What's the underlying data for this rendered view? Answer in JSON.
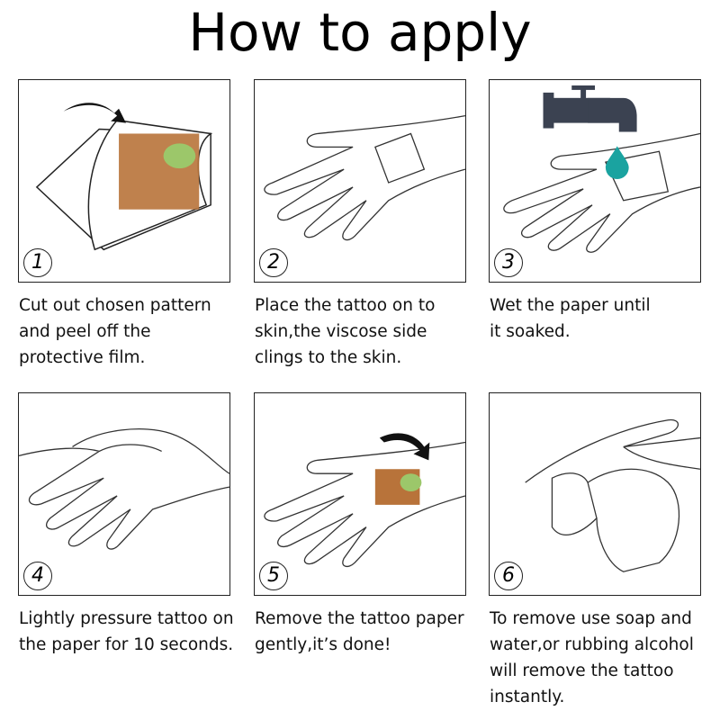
{
  "title": "How to apply",
  "steps": [
    {
      "number": "1",
      "caption": "Cut out chosen pattern\nand peel off the\nprotective film."
    },
    {
      "number": "2",
      "caption": "Place the tattoo on to\nskin,the viscose side\nclings to the skin."
    },
    {
      "number": "3",
      "caption": "Wet the paper until\nit soaked."
    },
    {
      "number": "4",
      "caption": "Lightly pressure tattoo on\nthe paper for 10 seconds."
    },
    {
      "number": "5",
      "caption": "Remove the tattoo paper\ngently,it’s done!"
    },
    {
      "number": "6",
      "caption": "To remove use soap and\nwater,or rubbing alcohol\nwill remove the tattoo\ninstantly."
    }
  ],
  "colors": {
    "faucet": "#3b4251",
    "water_drop": "#1aa3a0",
    "tattoo_brown": "#b8733a",
    "tattoo_green": "#9cc76a",
    "arrow": "#111111"
  }
}
